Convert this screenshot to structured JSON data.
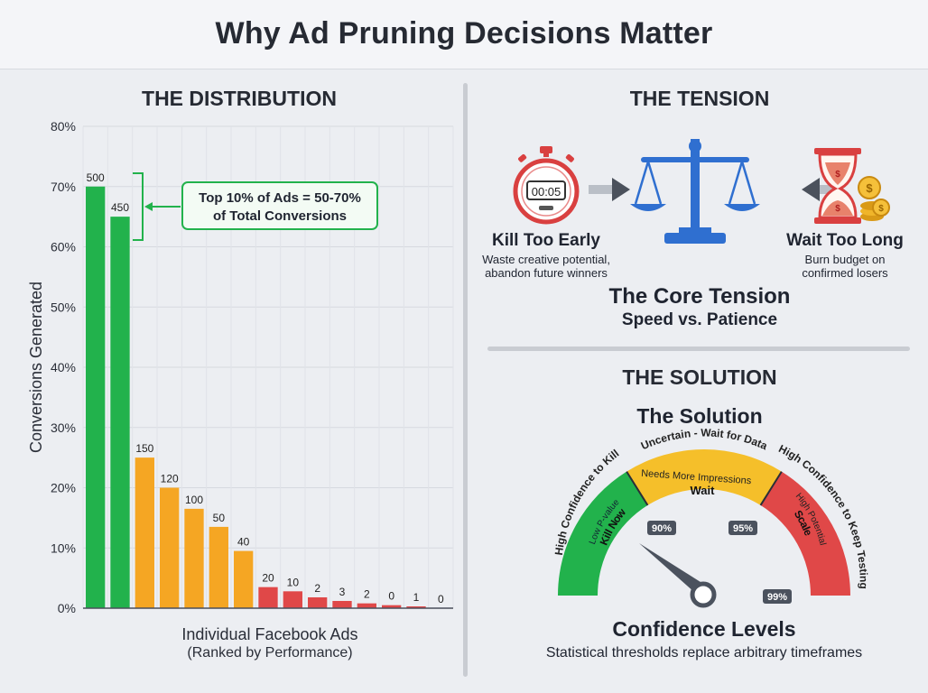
{
  "header": {
    "title": "Why Ad Pruning Decisions Matter"
  },
  "distribution": {
    "section_title": "THE DISTRIBUTION",
    "callout": {
      "line1": "Top 10% of Ads = 50-70%",
      "line2": "of Total Conversions"
    }
  },
  "chart_data": {
    "type": "bar",
    "title": "",
    "ylabel": "Conversions Generated",
    "xlabel": "Individual Facebook Ads",
    "xlabel_sub": "(Ranked by Performance)",
    "ylim": [
      0,
      80
    ],
    "yticks": [
      "0%",
      "10%",
      "20%",
      "30%",
      "40%",
      "50%",
      "60%",
      "70%",
      "80%"
    ],
    "grid": true,
    "values": [
      70,
      65,
      25,
      20,
      16.5,
      13.5,
      9.5,
      3.5,
      2.8,
      1.8,
      1.2,
      0.8,
      0.5,
      0.3,
      0
    ],
    "labels": [
      "500",
      "450",
      "150",
      "120",
      "100",
      "50",
      "40",
      "20",
      "10",
      "2",
      "3",
      "2",
      "0",
      "1",
      "0"
    ],
    "colors": [
      "#22b24c",
      "#22b24c",
      "#f5a623",
      "#f5a623",
      "#f5a623",
      "#f5a623",
      "#f5a623",
      "#e04848",
      "#e04848",
      "#e04848",
      "#e04848",
      "#e04848",
      "#e04848",
      "#e04848",
      "#e04848"
    ]
  },
  "tension": {
    "section_title": "THE TENSION",
    "timer_display": "00:05",
    "left": {
      "title": "Kill Too Early",
      "desc1": "Waste creative potential,",
      "desc2": "abandon future winners"
    },
    "right": {
      "title": "Wait Too Long",
      "desc1": "Burn budget on",
      "desc2": "confirmed losers"
    },
    "core_title": "The Core Tension",
    "core_sub": "Speed vs. Patience",
    "icons": [
      "stopwatch-icon",
      "scale-icon",
      "hourglass-icon",
      "coins-icon",
      "arrow-right-icon",
      "arrow-left-icon"
    ]
  },
  "solution": {
    "section_title": "THE SOLUTION",
    "subtitle": "The Solution",
    "gauge": {
      "outer_left": "High Confidence to Kill",
      "outer_top": "Uncertain - Wait for Data",
      "outer_right": "High Confidence to Keep Testing",
      "green_small": "Low P-value",
      "green_big": "Kill Now",
      "yellow_small": "Needs More Impressions",
      "yellow_big": "Wait",
      "red_small": "High Potential",
      "red_big": "Scale",
      "mark_90": "90%",
      "mark_95": "95%",
      "mark_99": "99%",
      "colors": {
        "green": "#22b24c",
        "yellow": "#f5bf2a",
        "red": "#e04848"
      }
    },
    "caption_title": "Confidence Levels",
    "caption_sub": "Statistical thresholds replace arbitrary timeframes"
  }
}
